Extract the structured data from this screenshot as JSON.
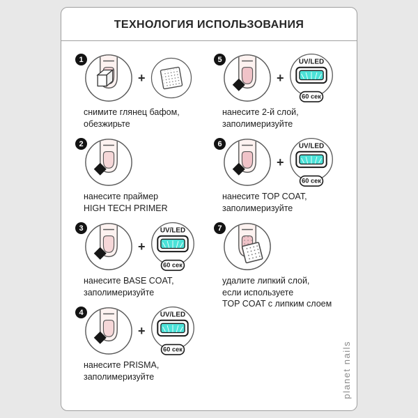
{
  "page": {
    "title": "ТЕХНОЛОГИЯ ИСПОЛЬЗОВАНИЯ",
    "brand": "planet nails"
  },
  "plus_sign": "+",
  "lamp": {
    "label": "UV/LED",
    "time": "60 сек"
  },
  "icons": {
    "fingertip": "fingertip-with-nail-in-circle",
    "buffer_cube": "white-buffer-block-cube",
    "wipe_pad": "dotted-lint-free-wipe-pad",
    "applicator": "black-diamond-applicator-tip",
    "uv_lamp": "uv-led-lamp-with-cyan-light",
    "plus": "+"
  },
  "steps": [
    {
      "num": "1",
      "caption": "снимите глянец бафом,\nобезжирьте",
      "icons": [
        "fingertip",
        "buffer_cube",
        "plus",
        "wipe_pad"
      ]
    },
    {
      "num": "2",
      "caption": "нанесите праймер\nHIGH TECH PRIMER",
      "icons": [
        "fingertip",
        "applicator"
      ]
    },
    {
      "num": "3",
      "caption": "нанесите BASE COAT,\nзаполимеризуйте",
      "icons": [
        "fingertip",
        "applicator",
        "plus",
        "uv_lamp"
      ]
    },
    {
      "num": "4",
      "caption": "нанесите PRISMA,\nзаполимеризуйте",
      "icons": [
        "fingertip",
        "applicator",
        "plus",
        "uv_lamp"
      ]
    },
    {
      "num": "5",
      "caption": "нанесите 2-й слой,\nзаполимеризуйте",
      "icons": [
        "fingertip",
        "applicator",
        "plus",
        "uv_lamp"
      ]
    },
    {
      "num": "6",
      "caption": "нанесите TOP COAT,\nзаполимеризуйте",
      "icons": [
        "fingertip",
        "applicator",
        "plus",
        "uv_lamp"
      ]
    },
    {
      "num": "7",
      "caption": "удалите липкий слой,\nесли используете\nTOP COAT с липким слоем",
      "icons": [
        "fingertip",
        "wipe_pad"
      ]
    }
  ],
  "colors": {
    "background": "#e8e8e8",
    "card_border": "#9f9f9f",
    "nail_pink": "#f6d7d8",
    "nail_pink_dark": "#f0c3c8",
    "lamp_cyan": "#4ce2d8",
    "badge_black": "#131313"
  }
}
